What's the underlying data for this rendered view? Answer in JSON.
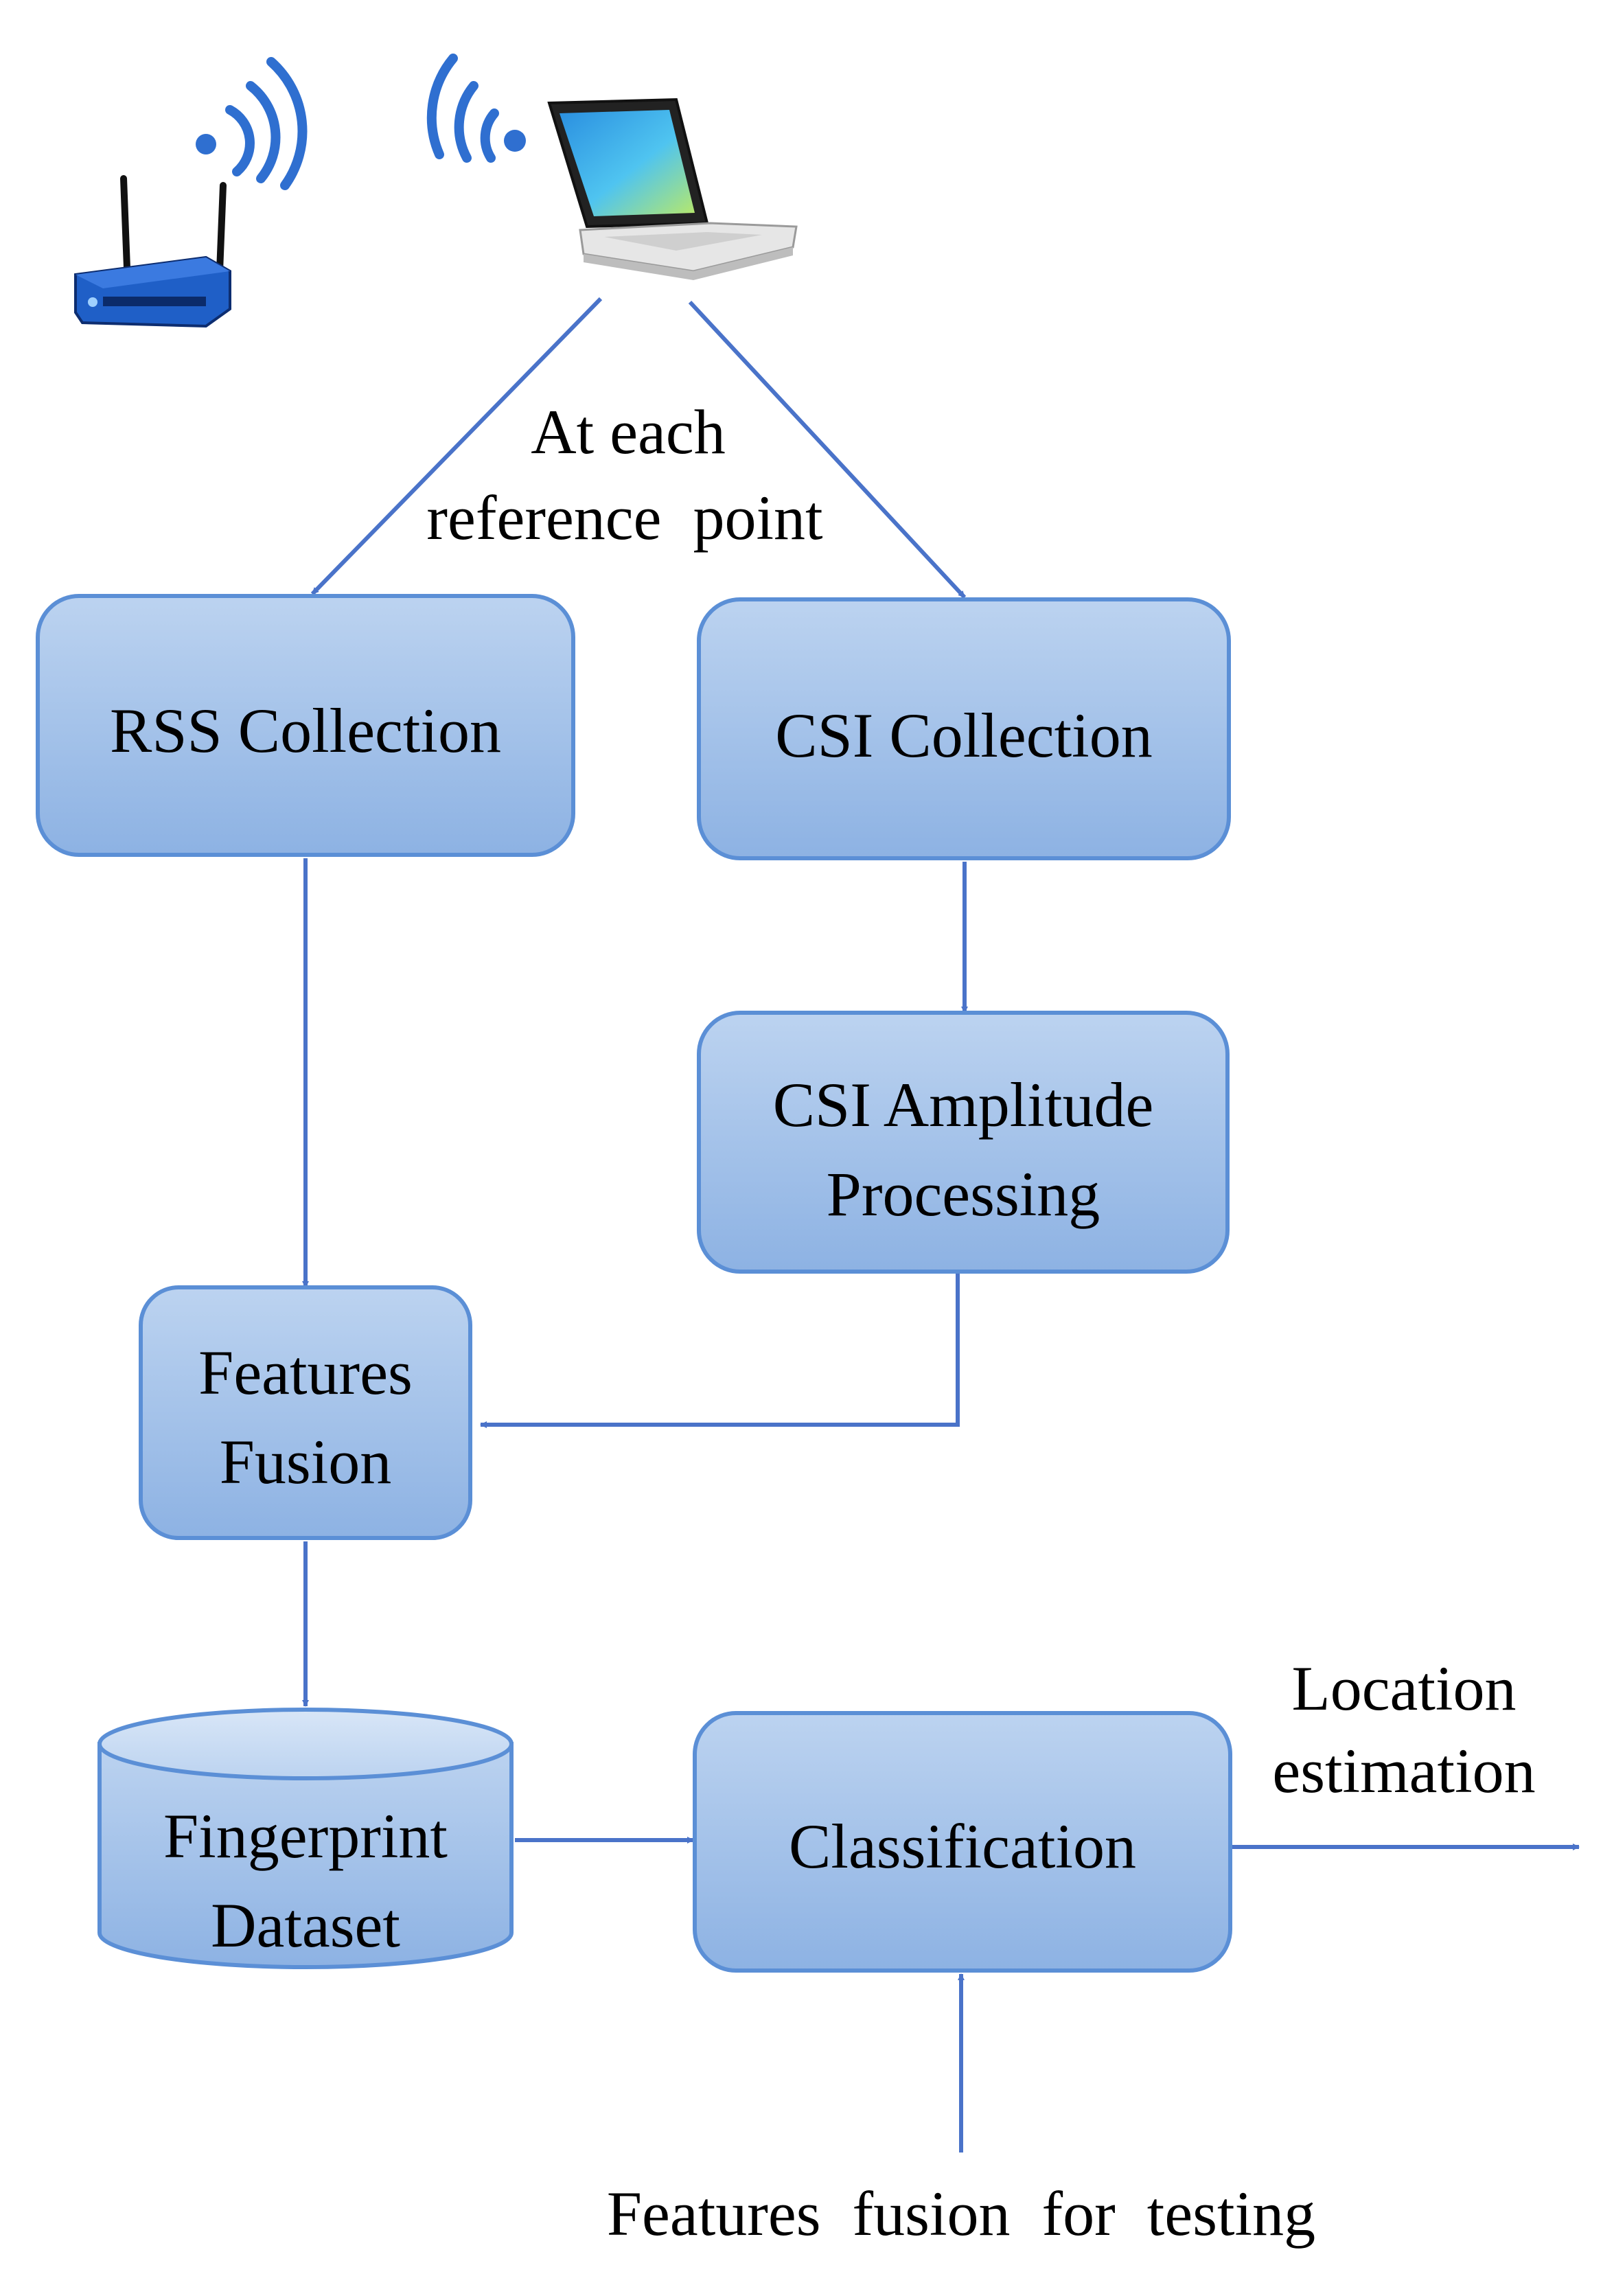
{
  "diagram": {
    "nodes": {
      "rss_collection": "RSS Collection",
      "csi_collection": "CSI Collection",
      "csi_amplitude_line1": "CSI Amplitude",
      "csi_amplitude_line2": "Processing",
      "features_fusion_line1": "Features",
      "features_fusion_line2": "Fusion",
      "fingerprint_dataset_line1": "Fingerprint",
      "fingerprint_dataset_line2": "Dataset",
      "classification": "Classification"
    },
    "labels": {
      "reference_line1": "At each",
      "reference_line2": "reference  point",
      "location_line1": "Location",
      "location_line2": "estimation",
      "testing_input": "Features  fusion  for  testing"
    },
    "icons": {
      "router": "wifi-router-icon",
      "laptop": "laptop-icon",
      "signal": "wifi-signal-icon"
    },
    "colors": {
      "box_fill_top": "#b9d1ef",
      "box_fill_bottom": "#8fb3e3",
      "box_border": "#5b8fd6",
      "arrow": "#4a73c9"
    }
  }
}
